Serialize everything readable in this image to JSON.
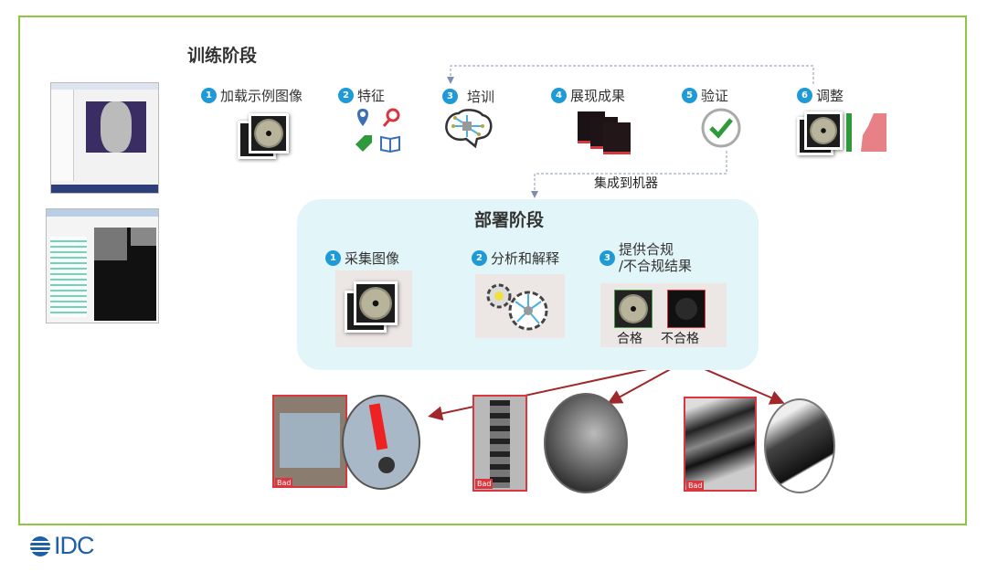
{
  "training": {
    "title": "训练阶段",
    "steps": [
      {
        "num": "1",
        "label": "加载示例图像",
        "icon": "image-stack-icon"
      },
      {
        "num": "2",
        "label": "特征",
        "icon": "features-icon"
      },
      {
        "num": "3",
        "label": "培训",
        "icon": "brain-icon"
      },
      {
        "num": "4",
        "label": "展现成果",
        "icon": "results-stack-icon"
      },
      {
        "num": "5",
        "label": "验证",
        "icon": "checkmark-icon"
      },
      {
        "num": "6",
        "label": "调整",
        "icon": "adjust-icon"
      }
    ],
    "integrate_label": "集成到机器"
  },
  "deployment": {
    "title": "部署阶段",
    "steps": [
      {
        "num": "1",
        "label": "采集图像"
      },
      {
        "num": "2",
        "label": "分析和解释"
      },
      {
        "num": "3",
        "label_line1": "提供合规",
        "label_line2": "/不合规结果"
      }
    ],
    "pass_label": "合格",
    "fail_label": "不合格"
  },
  "examples": [
    {
      "tag": "Bad"
    },
    {
      "tag": "Bad"
    },
    {
      "tag": "Bad"
    }
  ],
  "logo": "IDC",
  "colors": {
    "frame": "#8dc63f",
    "badge": "#1e9ad6",
    "deploy_bg": "#e2f5f8",
    "arrow": "#a0282a",
    "logo": "#1f5fa8"
  }
}
